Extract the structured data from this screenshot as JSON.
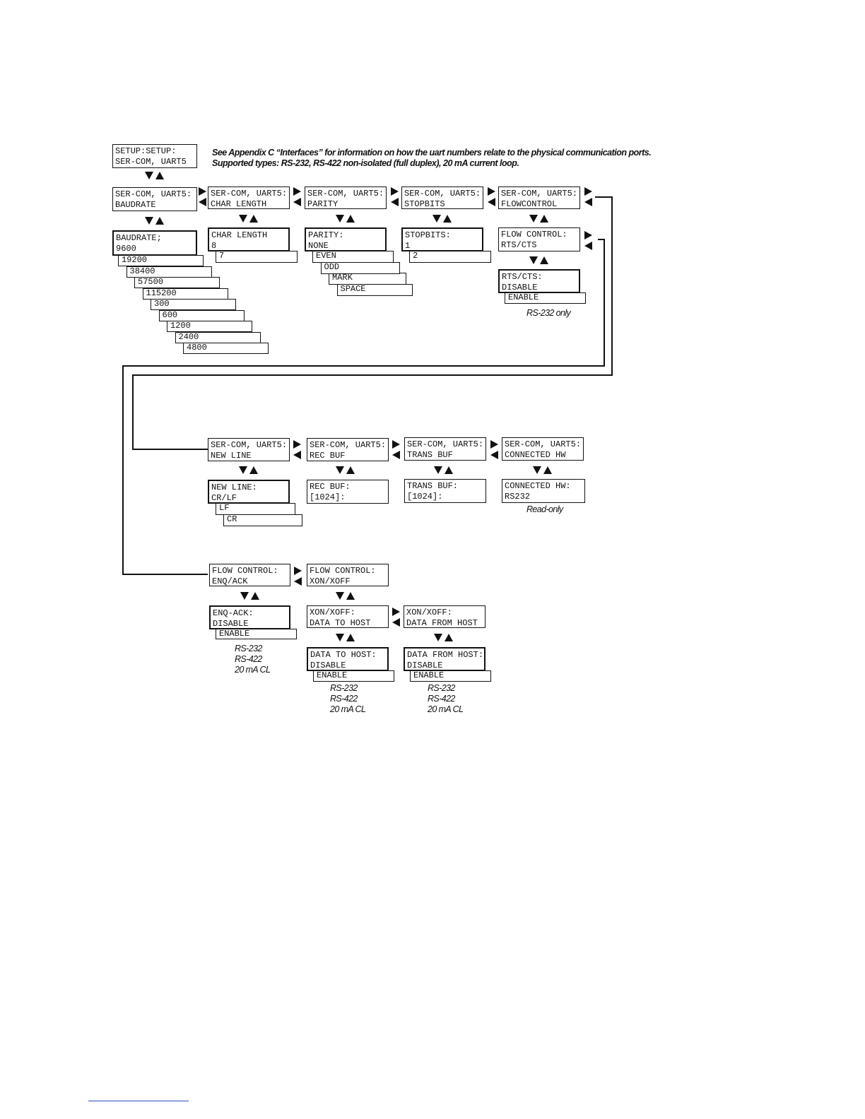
{
  "header_note": {
    "line1": "See Appendix C “Interfaces” for information on how the uart numbers relate to the physical communication ports.",
    "line2": "Supported types: RS-232, RS-422 non-isolated (full duplex), 20 mA current loop."
  },
  "screens": {
    "setup": [
      "SETUP:SETUP:",
      "SER-COM, UART5"
    ],
    "baudrate_menu": [
      "SER-COM, UART5:",
      "BAUDRATE"
    ],
    "baudrate_value": [
      "BAUDRATE;",
      "9600"
    ],
    "charlen_menu": [
      "SER-COM, UART5:",
      "CHAR LENGTH"
    ],
    "charlen_value": [
      "CHAR LENGTH",
      "8"
    ],
    "parity_menu": [
      "SER-COM, UART5:",
      "PARITY"
    ],
    "parity_value": [
      "PARITY:",
      "NONE"
    ],
    "stopbits_menu": [
      "SER-COM, UART5:",
      "STOPBITS"
    ],
    "stopbits_value": [
      "STOPBITS:",
      "1"
    ],
    "flowcontrol_menu": [
      "SER-COM, UART5:",
      "FLOWCONTROL"
    ],
    "flowcontrol_value": [
      "FLOW CONTROL:",
      "RTS/CTS"
    ],
    "rtscts_value": [
      "RTS/CTS:",
      "DISABLE"
    ],
    "newline_menu": [
      "SER-COM, UART5:",
      "NEW LINE"
    ],
    "newline_value": [
      "NEW LINE:",
      "CR/LF"
    ],
    "recbuf_menu": [
      "SER-COM, UART5:",
      "REC BUF"
    ],
    "recbuf_value": [
      "REC BUF:",
      "[1024]:"
    ],
    "transbuf_menu": [
      "SER-COM, UART5:",
      "TRANS BUF"
    ],
    "transbuf_value": [
      "TRANS BUF:",
      "[1024]:"
    ],
    "connhw_menu": [
      "SER-COM, UART5:",
      "CONNECTED HW"
    ],
    "connhw_value": [
      "CONNECTED HW:",
      "RS232"
    ],
    "flow_enqack": [
      "FLOW CONTROL:",
      "ENQ/ACK"
    ],
    "flow_xonxoff": [
      "FLOW CONTROL:",
      "XON/XOFF"
    ],
    "enqack_value": [
      "ENQ-ACK:",
      "DISABLE"
    ],
    "xon_to_host": [
      "XON/XOFF:",
      "DATA TO HOST"
    ],
    "xon_from_host": [
      "XON/XOFF:",
      "DATA FROM HOST"
    ],
    "to_host_value": [
      "DATA TO HOST:",
      "DISABLE"
    ],
    "from_host_value": [
      "DATA FROM HOST:",
      "DISABLE"
    ]
  },
  "options": {
    "baudrate": [
      "19200",
      "38400",
      "57500",
      "115200",
      "300",
      "600",
      "1200",
      "2400",
      "4800"
    ],
    "charlen": [
      "7"
    ],
    "parity": [
      "EVEN",
      "ODD",
      "MARK",
      "SPACE"
    ],
    "stopbits": [
      "2"
    ],
    "rtscts": [
      "ENABLE"
    ],
    "newline": [
      "LF",
      "CR"
    ],
    "enqack": [
      "ENABLE"
    ],
    "to_host": [
      "ENABLE"
    ],
    "from_host": [
      "ENABLE"
    ]
  },
  "footnotes": {
    "rtscts": [
      "RS-232 only"
    ],
    "connhw": [
      "Read-only"
    ],
    "enqack": [
      "RS-232",
      "RS-422",
      "20 mA CL"
    ],
    "to_host": [
      "RS-232",
      "RS-422",
      "20 mA CL"
    ],
    "from_host": [
      "RS-232",
      "RS-422",
      "20 mA CL"
    ]
  }
}
